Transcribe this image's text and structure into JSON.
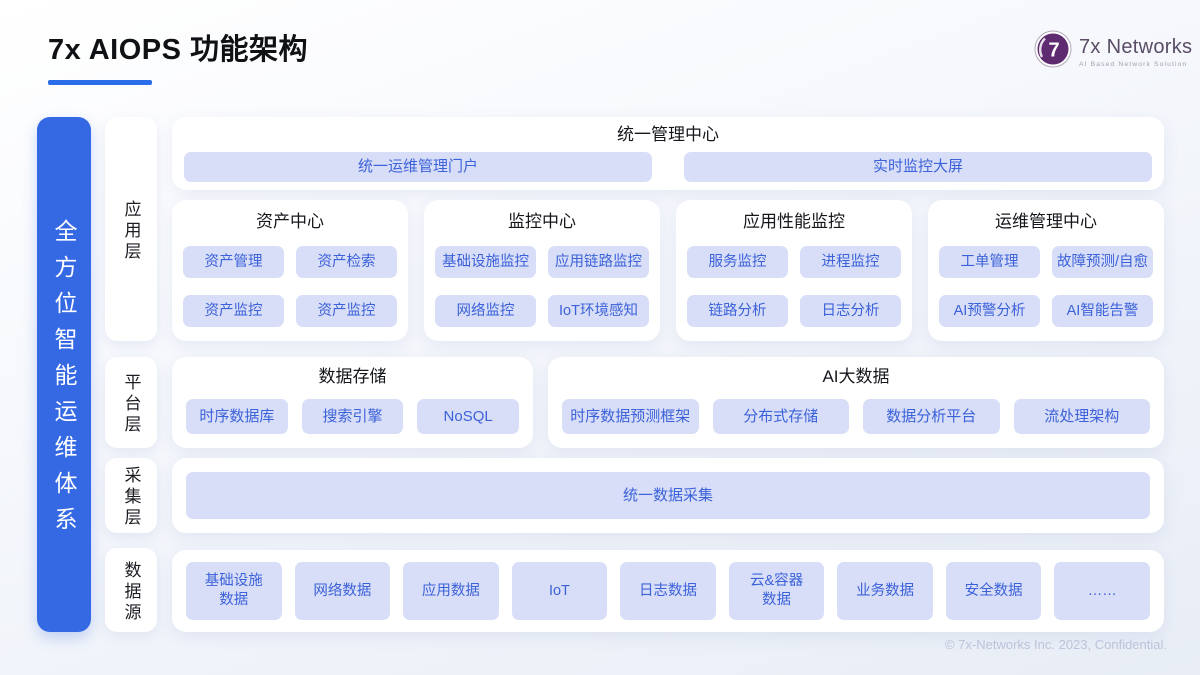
{
  "header": {
    "title": "7x AIOPS 功能架构",
    "logo_brand": "7x Networks",
    "logo_tagline": "AI Based Network Solution",
    "logo_mark": "7"
  },
  "banner": "全方位智能运维体系",
  "layers": {
    "app": "应用层",
    "platform": "平台层",
    "collect": "采集层",
    "source": "数据源"
  },
  "management": {
    "title": "统一管理中心",
    "portal": "统一运维管理门户",
    "screen": "实时监控大屏"
  },
  "centers": [
    {
      "title": "资产中心",
      "items": [
        "资产管理",
        "资产检索",
        "资产监控",
        "资产监控"
      ]
    },
    {
      "title": "监控中心",
      "items": [
        "基础设施监控",
        "应用链路监控",
        "网络监控",
        "IoT环境感知"
      ]
    },
    {
      "title": "应用性能监控",
      "items": [
        "服务监控",
        "进程监控",
        "链路分析",
        "日志分析"
      ]
    },
    {
      "title": "运维管理中心",
      "items": [
        "工单管理",
        "故障预测/自愈",
        "AI预警分析",
        "AI智能告警"
      ]
    }
  ],
  "platform_cards": [
    {
      "title": "数据存储",
      "items": [
        "时序数据库",
        "搜索引擎",
        "NoSQL"
      ]
    },
    {
      "title": "AI大数据",
      "items": [
        "时序数据预测框架",
        "分布式存储",
        "数据分析平台",
        "流处理架构"
      ]
    }
  ],
  "collection": {
    "bar": "统一数据采集"
  },
  "data_sources": [
    "基础设施\n数据",
    "网络数据",
    "应用数据",
    "IoT",
    "日志数据",
    "云&容器\n数据",
    "业务数据",
    "安全数据",
    "……"
  ],
  "footer": "© 7x-Networks Inc. 2023, Confidential.",
  "colors": {
    "accent_blue": "#3569e4",
    "chip_bg": "#d8def7",
    "chip_text": "#3c62d9",
    "underline": "#2b6ce8",
    "logo_purple": "#5e2a70"
  }
}
